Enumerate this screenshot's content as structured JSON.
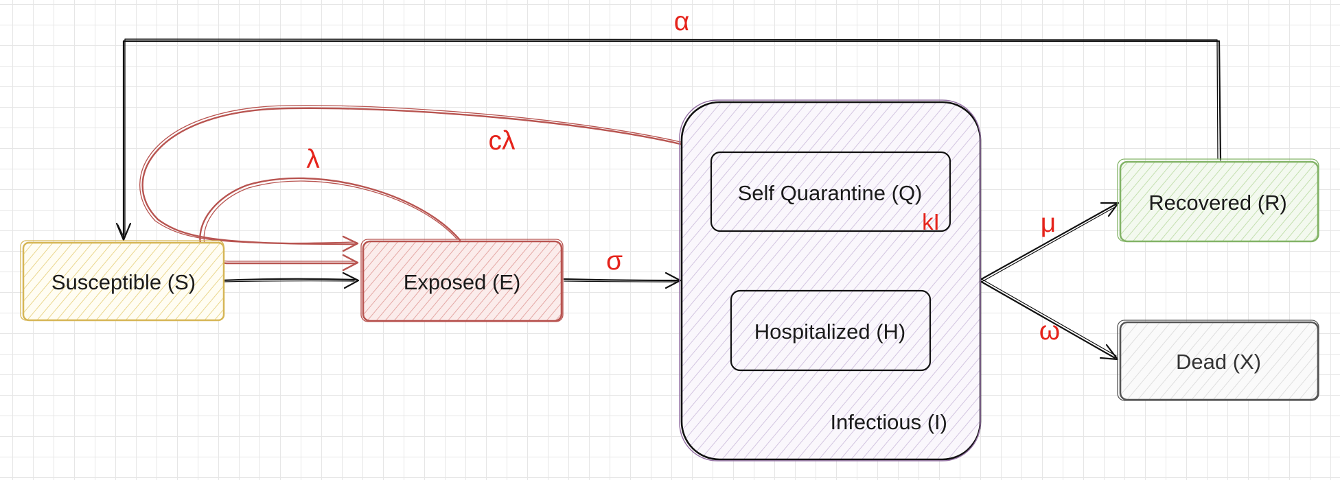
{
  "colors": {
    "susceptible": "#d6b656",
    "exposed": "#b85450",
    "infectious": "#9673a6",
    "recovered": "#82b366",
    "dead": "#666666",
    "rate_label": "#e5231b"
  },
  "compartments": {
    "susceptible": "Susceptible (S)",
    "exposed": "Exposed (E)",
    "infectious": "Infectious (I)",
    "self_quarantine": "Self Quarantine (Q)",
    "hospitalized": "Hospitalized (H)",
    "recovered": "Recovered (R)",
    "dead": "Dead (X)"
  },
  "rates": {
    "alpha": "α",
    "lambda": "λ",
    "c_lambda": "cλ",
    "sigma": "σ",
    "k_i": "kI",
    "mu": "μ",
    "omega": "ω"
  }
}
